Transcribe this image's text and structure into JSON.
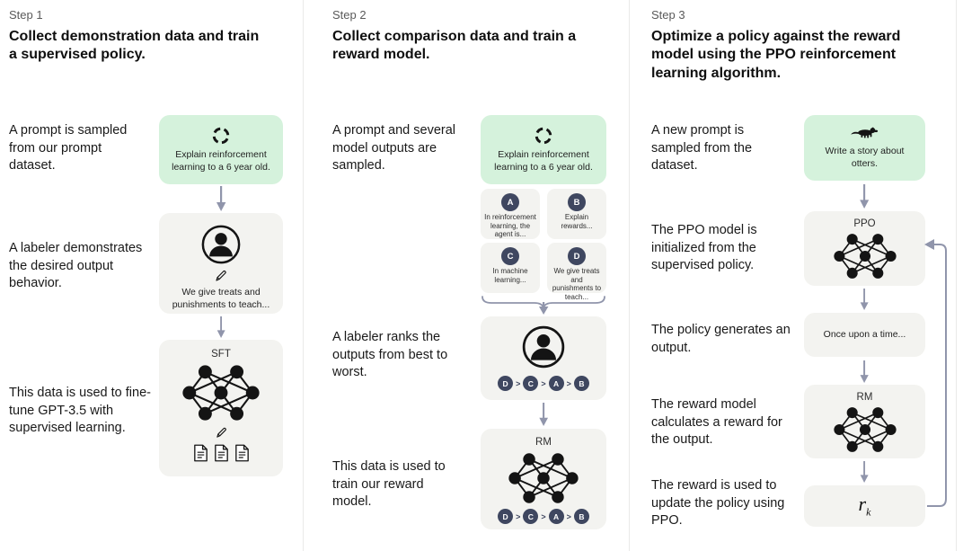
{
  "colors": {
    "prompt_box_green": "#d5f2dc",
    "card_gray": "#f3f3f0",
    "rank_badge_navy": "#3f4760",
    "arrow_gray": "#9095ab"
  },
  "step1": {
    "label": "Step 1",
    "title": "Collect demonstration data and train a supervised policy.",
    "captions": [
      "A prompt is sampled from our prompt dataset.",
      "A labeler demonstrates the desired output behavior.",
      "This data is used to fine-tune GPT-3.5 with supervised learning."
    ],
    "prompt": "Explain reinforcement learning to a 6 year old.",
    "demonstration": "We give treats and punishments to teach...",
    "model_label": "SFT"
  },
  "step2": {
    "label": "Step 2",
    "title": "Collect comparison data and train a reward model.",
    "captions": [
      "A prompt and several model outputs are sampled.",
      "A labeler ranks the outputs from best to worst.",
      "This data is used to train our reward model."
    ],
    "prompt": "Explain reinforcement learning to a 6 year old.",
    "outputs": [
      {
        "id": "A",
        "text": "In reinforcement learning, the agent is..."
      },
      {
        "id": "B",
        "text": "Explain rewards..."
      },
      {
        "id": "C",
        "text": "In machine learning..."
      },
      {
        "id": "D",
        "text": "We give treats and punishments to teach..."
      }
    ],
    "ranking": [
      "D",
      "C",
      "A",
      "B"
    ],
    "rank_separator": ">",
    "model_label": "RM"
  },
  "step3": {
    "label": "Step 3",
    "title": "Optimize a policy against the reward model using the PPO reinforcement learning algorithm.",
    "captions": [
      "A new prompt is sampled from the dataset.",
      "The PPO model is initialized from the supervised policy.",
      "The policy generates an output.",
      "The reward model calculates a reward for the output.",
      "The reward is used to update the policy using PPO."
    ],
    "prompt": "Write a story about otters.",
    "policy_label": "PPO",
    "output": "Once upon a time...",
    "model_label": "RM",
    "reward_symbol": "r",
    "reward_subscript": "k"
  }
}
